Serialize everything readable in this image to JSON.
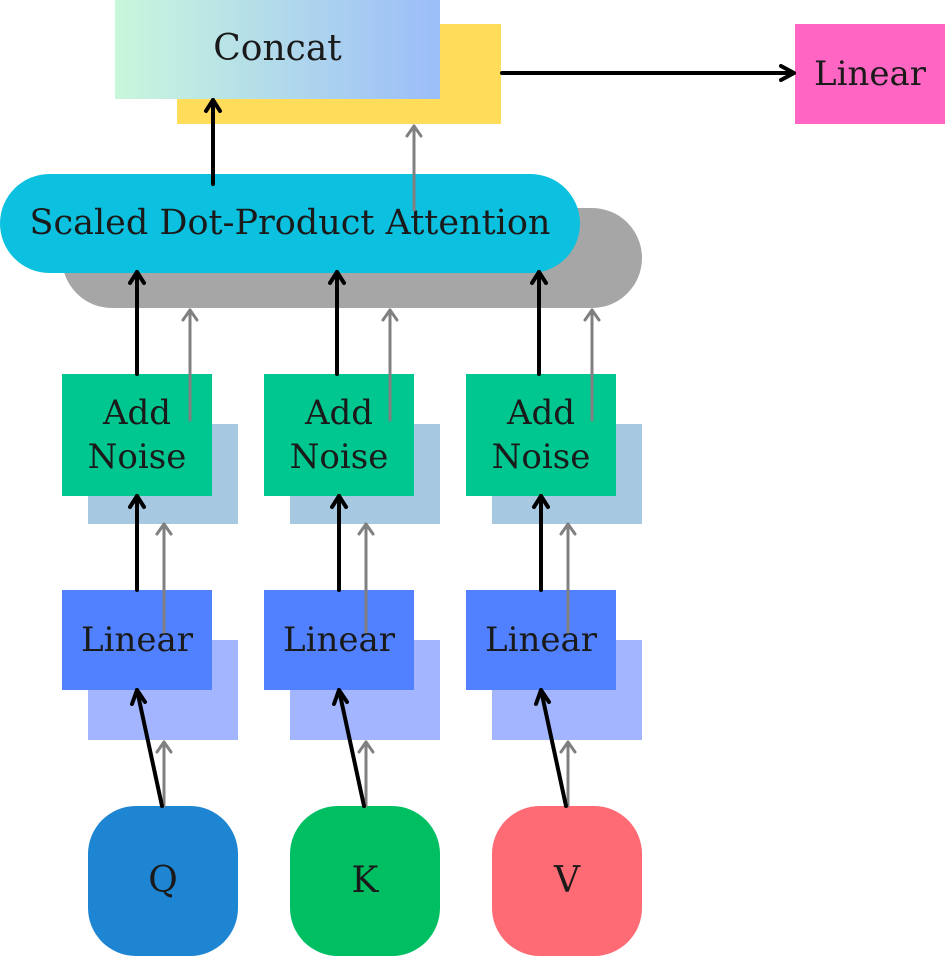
{
  "diagram": {
    "concat_label": "Concat",
    "output_linear_label": "Linear",
    "attention_label": "Scaled Dot-Product Attention",
    "add_noise_line1": "Add",
    "add_noise_line2": "Noise",
    "linear_label": "Linear",
    "inputs": [
      "Q",
      "K",
      "V"
    ]
  },
  "colors": {
    "concat_gradient_start": "#c8f7dc",
    "concat_gradient_end": "#9bbdf9",
    "concat_shadow": "#ffdc5a",
    "output_linear": "#ff66c4",
    "attention": "#0cc0df",
    "attention_shadow": "#a6a6a6",
    "add_noise": "#00c68f",
    "add_noise_shadow": "#a6c8e1",
    "linear": "#5281ff",
    "linear_shadow": "#a3b5ff",
    "q": "#1e85d2",
    "k": "#00bf63",
    "v": "#ff6b75",
    "arrow_main": "#000000",
    "arrow_secondary": "#808080"
  }
}
